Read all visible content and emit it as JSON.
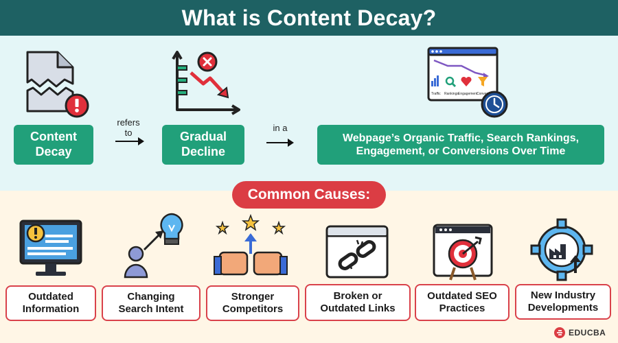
{
  "title": "What is Content Decay?",
  "definition": {
    "term": "Content Decay",
    "connector1": "refers to",
    "decline": "Gradual Decline",
    "connector2": "in a",
    "metrics": "Webpage’s Organic Traffic, Search Rankings, Engagement, or Conversions Over Time",
    "mini_labels": [
      "Traffic",
      "Rankings",
      "Engagement",
      "Conversions"
    ]
  },
  "causes_heading": "Common Causes:",
  "causes": [
    {
      "label": "Outdated Information",
      "icon": "monitor-warning-icon"
    },
    {
      "label": "Changing Search Intent",
      "icon": "user-lightbulb-icon"
    },
    {
      "label": "Stronger Competitors",
      "icon": "fists-stars-icon"
    },
    {
      "label": "Broken or Outdated Links",
      "icon": "broken-link-icon"
    },
    {
      "label": "Outdated SEO Practices",
      "icon": "target-browser-icon"
    },
    {
      "label": "New Industry Developments",
      "icon": "gear-factory-icon"
    }
  ],
  "brand": "EDUCBA",
  "colors": {
    "header": "#1e6163",
    "green": "#21a07a",
    "red": "#db3d44",
    "top_bg": "#e4f6f7",
    "bottom_bg": "#fff6e6"
  }
}
